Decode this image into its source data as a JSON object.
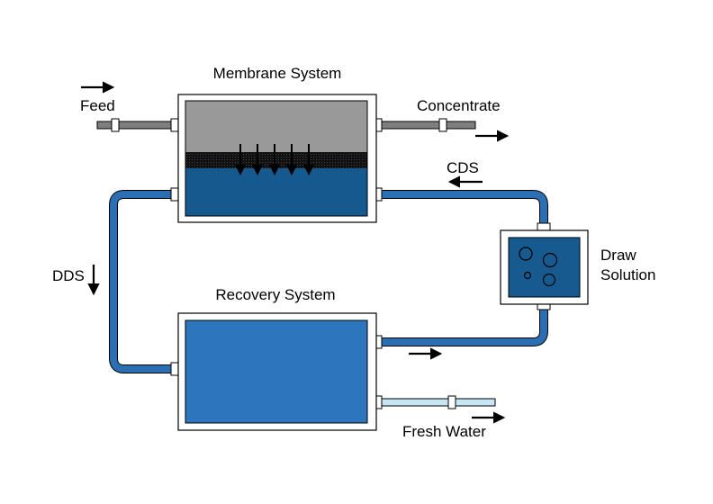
{
  "labels": {
    "membrane_system": "Membrane System",
    "recovery_system": "Recovery System",
    "feed": "Feed",
    "concentrate": "Concentrate",
    "cds": "CDS",
    "dds": "DDS",
    "draw_solution_line1": "Draw",
    "draw_solution_line2": "Solution",
    "fresh_water": "Fresh Water"
  },
  "colors": {
    "outline": "#000000",
    "pipe_grey": "#7f7f7f",
    "feed_side_grey": "#999999",
    "membrane_black": "#111111",
    "draw_side_blue": "#15598f",
    "recovery_blue": "#2d76bd",
    "pipe_blue": "#2b6fb2",
    "draw_tank_blue": "#175a90",
    "fresh_water_pipe": "#c5e6f2",
    "box_frame": "#ffffff"
  },
  "icons": {
    "flow_arrow": "arrow-right-icon",
    "down_arrow": "arrow-down-icon",
    "left_arrow": "arrow-left-icon"
  }
}
